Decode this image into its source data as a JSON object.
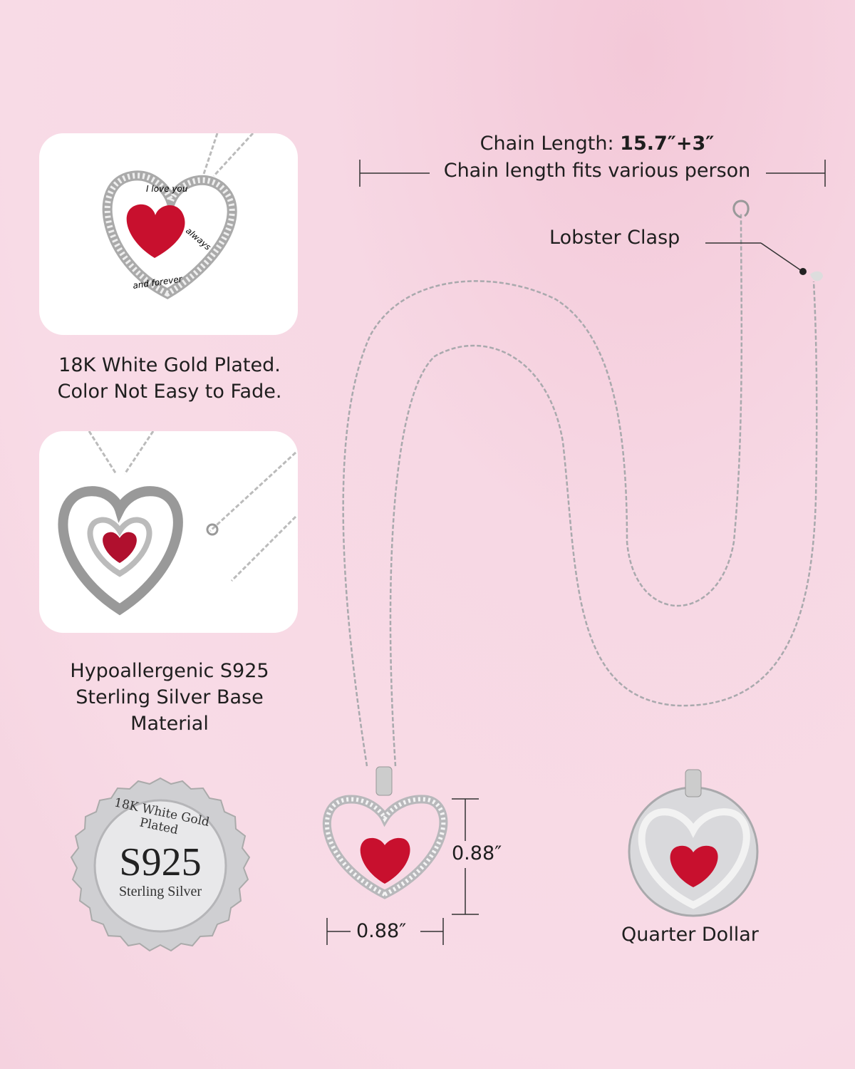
{
  "features": [
    {
      "caption_line1": "18K White Gold Plated.",
      "caption_line2": "Color Not Easy to Fade."
    },
    {
      "caption_line1": "Hypoallergenic S925",
      "caption_line2": "Sterling Silver Base",
      "caption_line3": "Material"
    }
  ],
  "pendant_engraving": {
    "line1": "I love you",
    "line2": "always",
    "line3": "and forever"
  },
  "chain": {
    "length_label": "Chain Length: ",
    "length_value": "15.7″+3″",
    "subtitle": "Chain length fits various person",
    "clasp_label": "Lobster Clasp"
  },
  "dimensions": {
    "height": "0.88″",
    "width": "0.88″"
  },
  "comparison_label": "Quarter Dollar",
  "seal": {
    "arc_text": "18K White Gold Plated",
    "main": "S925",
    "sub": "Sterling Silver"
  },
  "colors": {
    "background": "#f7d8e4",
    "ruby": "#c8102e",
    "silver": "#c9c9cc"
  }
}
